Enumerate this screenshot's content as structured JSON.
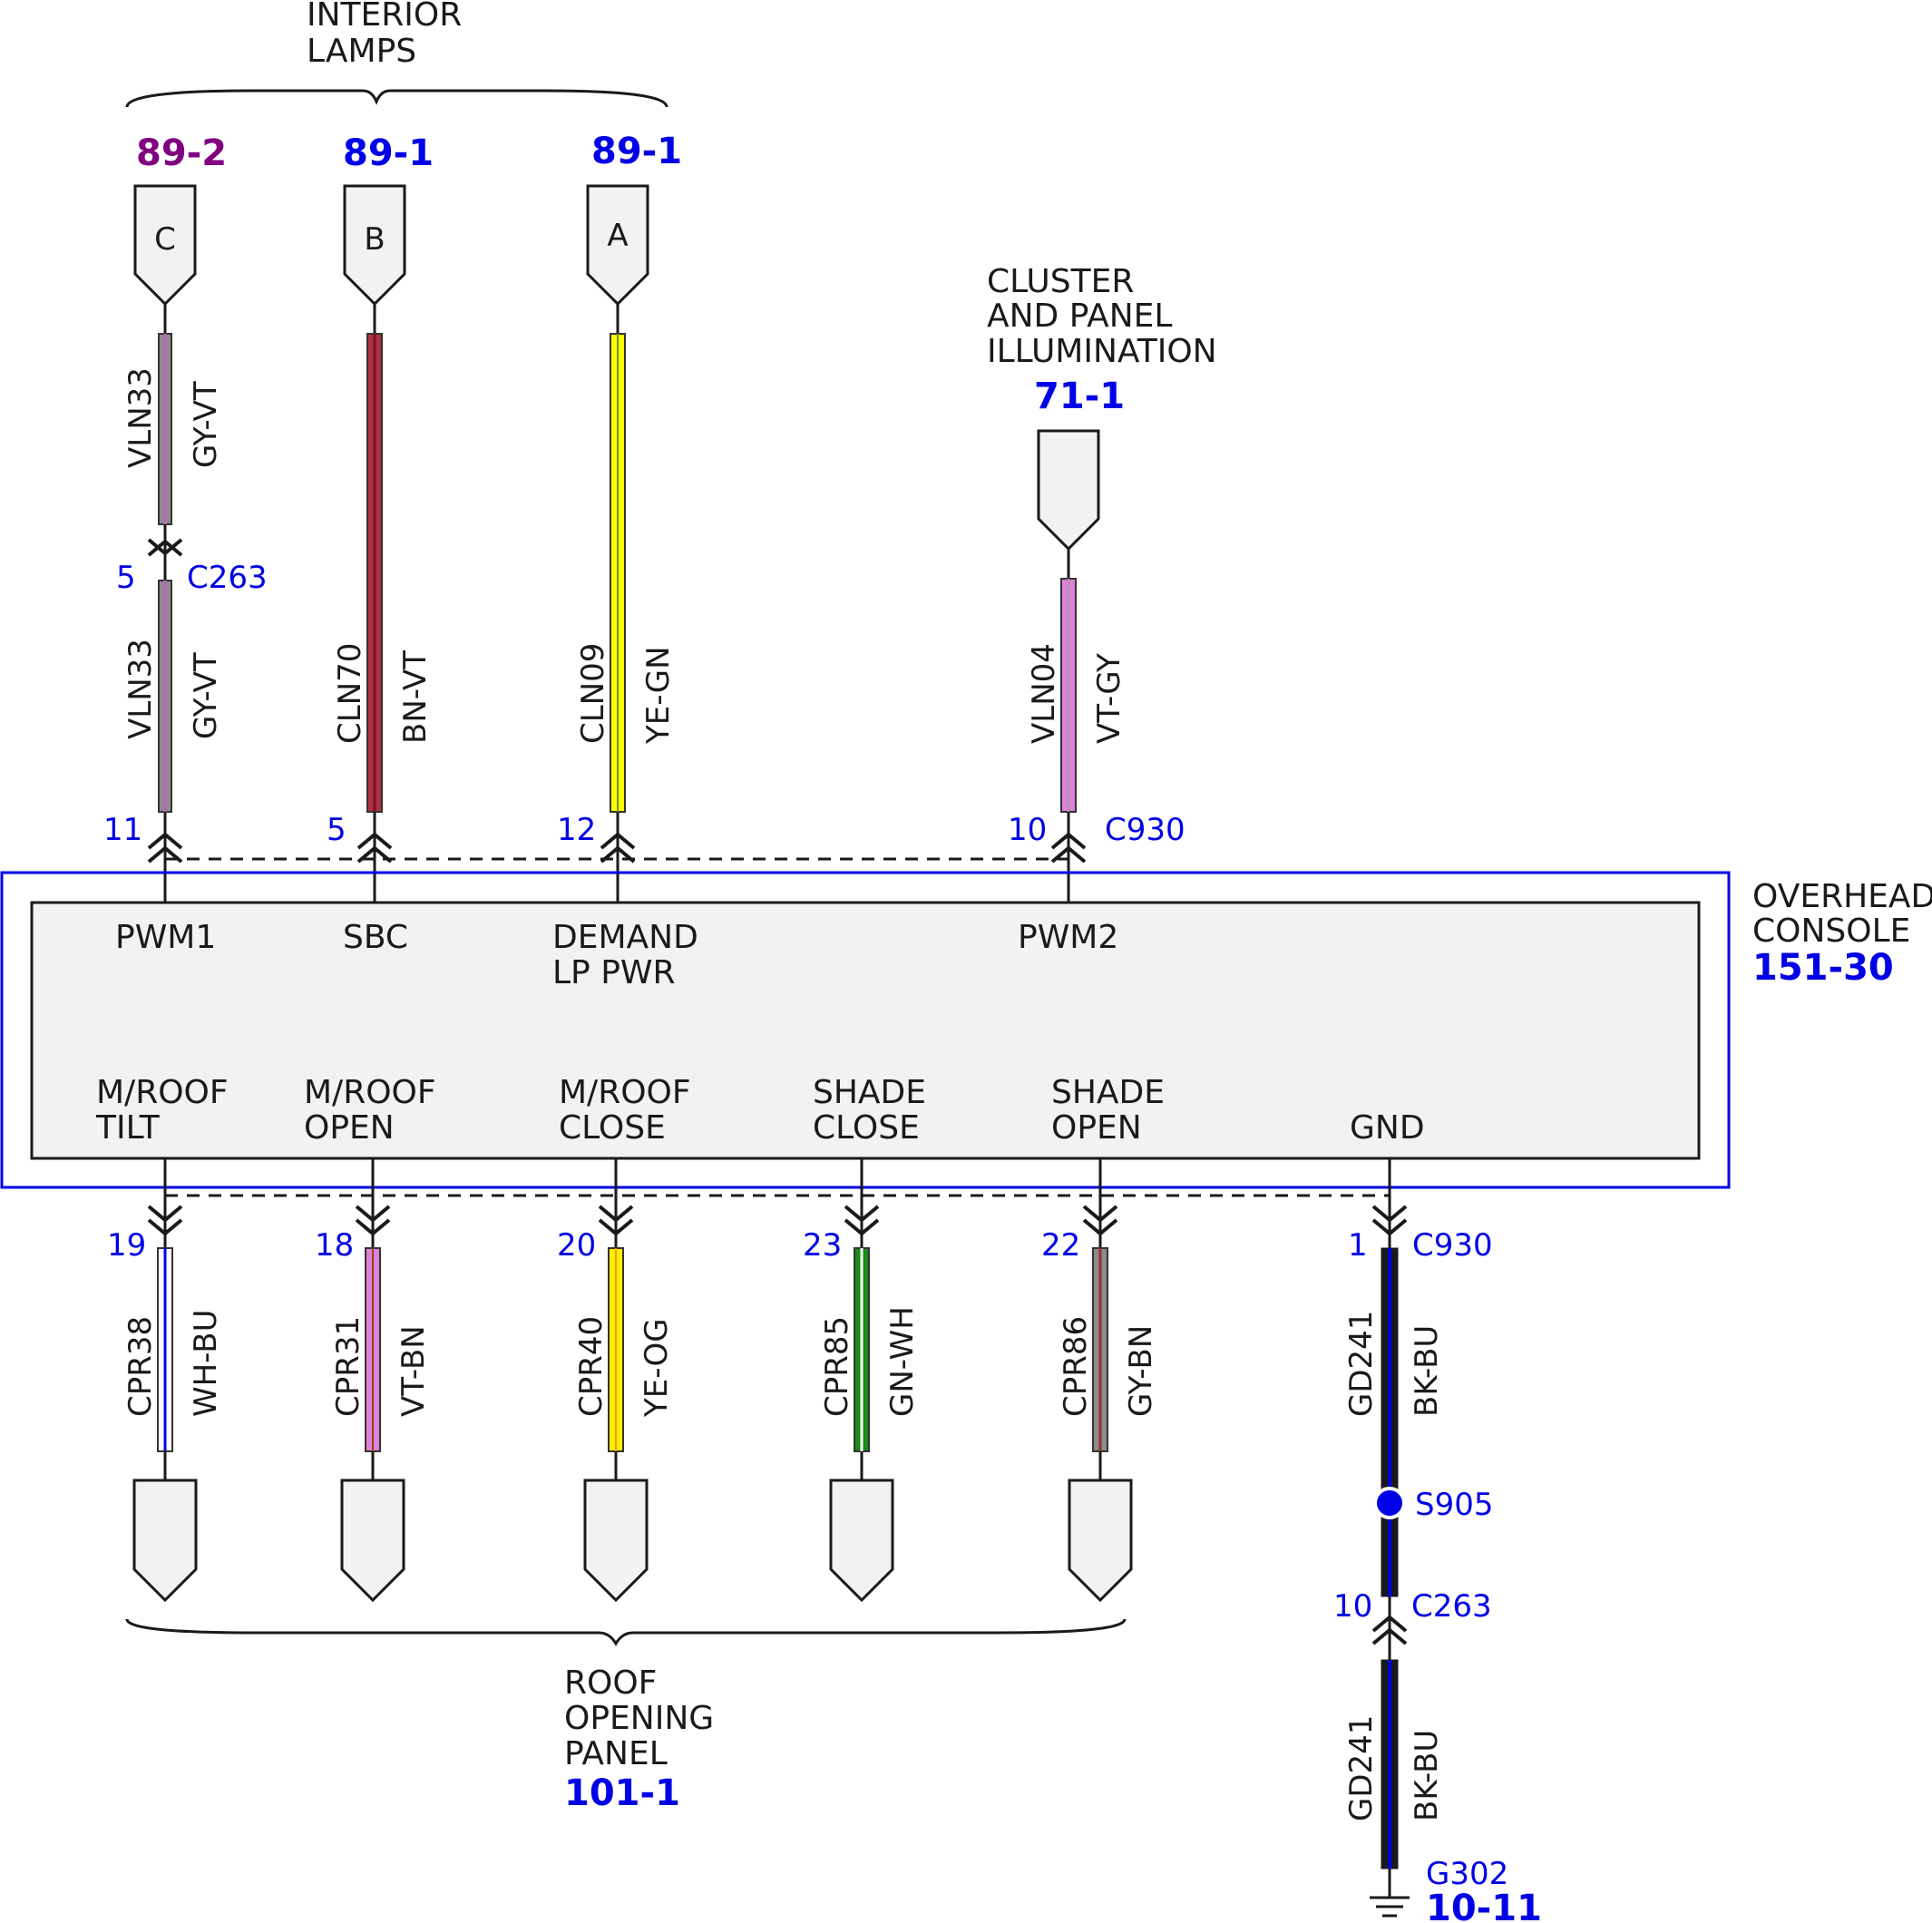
{
  "colors": {
    "link_blue": "#0000e6",
    "ref_purple": "#800080",
    "module_fill": "#f2f2f2"
  },
  "interior_lamps": {
    "line1": "INTERIOR",
    "line2": "LAMPS"
  },
  "cluster": {
    "line1": "CLUSTER",
    "line2": "AND PANEL",
    "line3": "ILLUMINATION",
    "ref": "71-1"
  },
  "roof_panel": {
    "line1": "ROOF",
    "line2": "OPENING",
    "line3": "PANEL",
    "ref": "101-1"
  },
  "module": {
    "line1": "OVERHEAD",
    "line2": "CONSOLE",
    "ref": "151-30"
  },
  "top_connectors": [
    {
      "letter": "C",
      "ref": "89-2"
    },
    {
      "letter": "B",
      "ref": "89-1"
    },
    {
      "letter": "A",
      "ref": "89-1"
    }
  ],
  "inline_c263_top": {
    "pin": "5",
    "name": "C263"
  },
  "c930_top": {
    "name": "C930"
  },
  "top_wires": [
    {
      "circuit": "VLN33",
      "color": "GY-VT",
      "pin": "11",
      "terminal": "PWM1",
      "terminal2": ""
    },
    {
      "circuit": "CLN70",
      "color": "BN-VT",
      "pin": "5",
      "terminal": "SBC",
      "terminal2": ""
    },
    {
      "circuit": "CLN09",
      "color": "YE-GN",
      "pin": "12",
      "terminal": "DEMAND",
      "terminal2": "LP PWR"
    },
    {
      "circuit": "VLN04",
      "color": "VT-GY",
      "pin": "10",
      "terminal": "PWM2",
      "terminal2": ""
    }
  ],
  "upper_wire_c": {
    "circuit": "VLN33",
    "color": "GY-VT"
  },
  "bottom_wires": [
    {
      "terminal": "M/ROOF",
      "terminal2": "TILT",
      "pin": "19",
      "circuit": "CPR38",
      "color": "WH-BU"
    },
    {
      "terminal": "M/ROOF",
      "terminal2": "OPEN",
      "pin": "18",
      "circuit": "CPR31",
      "color": "VT-BN"
    },
    {
      "terminal": "M/ROOF",
      "terminal2": "CLOSE",
      "pin": "20",
      "circuit": "CPR40",
      "color": "YE-OG"
    },
    {
      "terminal": "SHADE",
      "terminal2": "CLOSE",
      "pin": "23",
      "circuit": "CPR85",
      "color": "GN-WH"
    },
    {
      "terminal": "SHADE",
      "terminal2": "OPEN",
      "pin": "22",
      "circuit": "CPR86",
      "color": "GY-BN"
    }
  ],
  "ground": {
    "terminal": "GND",
    "pin": "1",
    "c930": "C930",
    "circuit": "GD241",
    "color": "BK-BU",
    "splice": "S905",
    "c263_pin": "10",
    "c263": "C263",
    "circuit2": "GD241",
    "color2": "BK-BU",
    "g_name": "G302",
    "g_ref": "10-11"
  }
}
